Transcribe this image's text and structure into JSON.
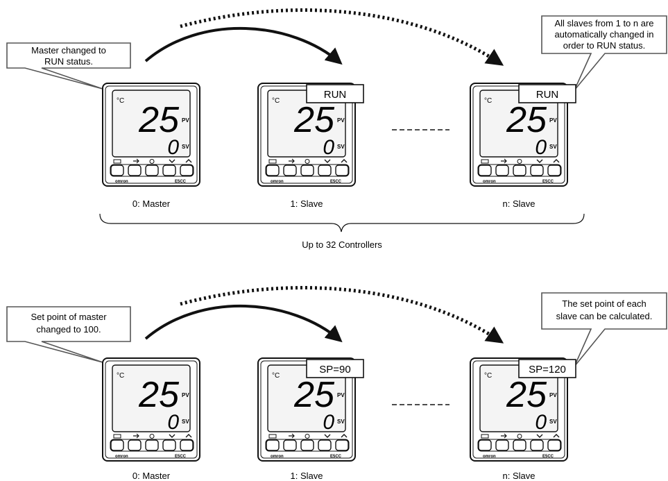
{
  "top": {
    "master_callout": [
      "Master changed to",
      "RUN status."
    ],
    "slaves_callout": [
      "All slaves from 1 to n are",
      "automatically changed in",
      "order to RUN status."
    ],
    "slave1_tag": "RUN",
    "slaven_tag": "RUN",
    "captions": [
      "0: Master",
      "1: Slave",
      "n: Slave"
    ],
    "group_label": "Up to 32 Controllers"
  },
  "bottom": {
    "master_callout": [
      "Set point of master",
      "changed to 100."
    ],
    "slaves_callout": [
      "The set point of each",
      "slave can be calculated."
    ],
    "slave1_tag": "SP=90",
    "slaven_tag": "SP=120",
    "captions": [
      "0: Master",
      "1: Slave",
      "n: Slave"
    ]
  },
  "controller": {
    "unit": "°C",
    "pv_value": "25",
    "sv_value": "0",
    "pv_label": "PV",
    "sv_label": "SV",
    "brand": "omron",
    "model": "E5CC"
  },
  "colors": {
    "line": "#111111",
    "callout_border": "#555555",
    "panel_fill": "#f4f4f4"
  }
}
